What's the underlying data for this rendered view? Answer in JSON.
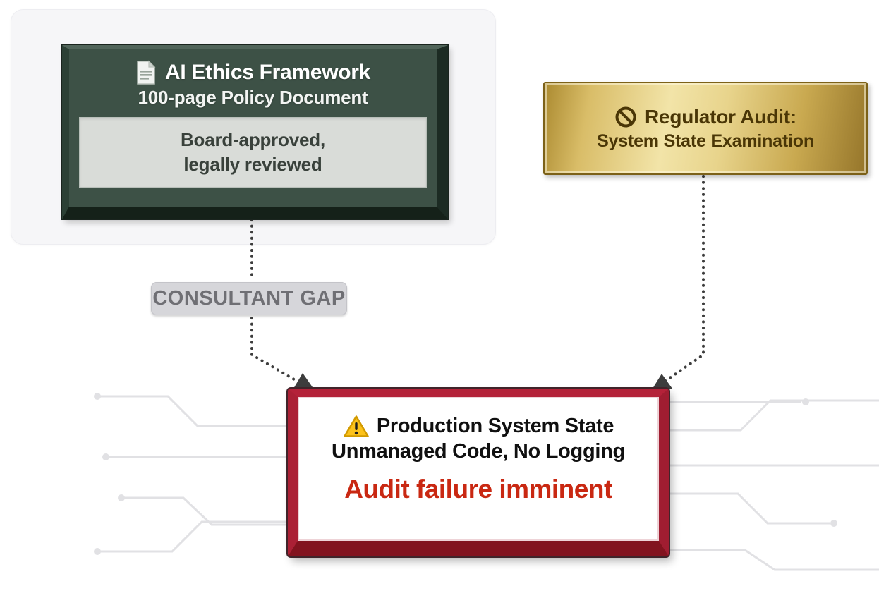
{
  "policy_box": {
    "icon": "document-icon",
    "title": "AI Ethics Framework",
    "subtitle": "100-page Policy Document",
    "approval_line1": "Board-approved,",
    "approval_line2": "legally reviewed"
  },
  "regulator_plaque": {
    "icon": "prohibition-icon",
    "title": "Regulator Audit:",
    "subtitle": "System State Examination"
  },
  "gap_label": {
    "text": "CONSULTANT GAP"
  },
  "production_box": {
    "icon": "warning-icon",
    "title": "Production System State",
    "subtitle": "Unmanaged Code, No Logging",
    "warning": "Audit failure imminent"
  },
  "connectors": [
    {
      "from": "policy-box",
      "via": "consultant-gap-label",
      "to": "production-box",
      "style": "dotted-arrow"
    },
    {
      "from": "regulator-plaque",
      "to": "production-box",
      "style": "dotted-arrow"
    }
  ],
  "colors": {
    "policy_green": "#3d5146",
    "policy_panel_gray": "#d9dcd8",
    "plaque_gold": "#d9bd68",
    "plaque_text": "#4a3606",
    "gap_gray": "#d6d6da",
    "gap_text": "#6f6f74",
    "production_red_border": "#b42239",
    "production_warning_text": "#c92812",
    "warning_yellow": "#fcc21b",
    "connector_gray": "#3d3d3d",
    "circuit_trace_gray": "#e1e1e4"
  }
}
